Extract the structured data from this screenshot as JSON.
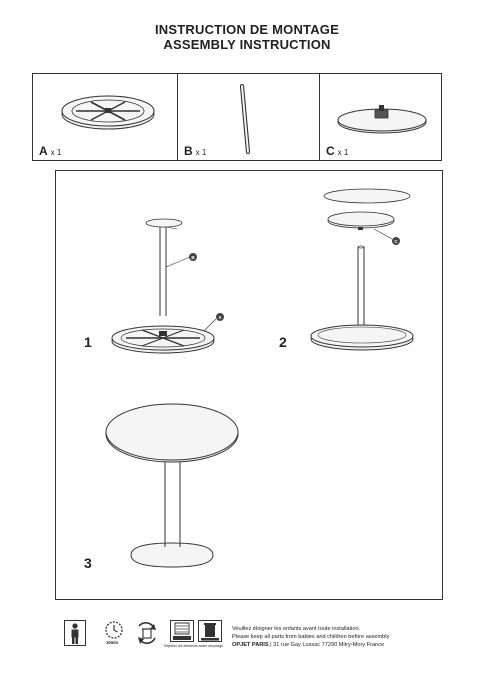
{
  "header": {
    "title_fr": "INSTRUCTION DE MONTAGE",
    "title_en": "ASSEMBLY INSTRUCTION"
  },
  "parts": [
    {
      "letter": "A",
      "qty": "x 1",
      "icon": "table-base-disc"
    },
    {
      "letter": "B",
      "qty": "x 1",
      "icon": "table-pole"
    },
    {
      "letter": "C",
      "qty": "x 1",
      "icon": "table-top-plate"
    }
  ],
  "steps": [
    {
      "number": "1",
      "callout_pole": "B",
      "callout_base": "A"
    },
    {
      "number": "2",
      "callout_plate": "C"
    },
    {
      "number": "3"
    }
  ],
  "footer": {
    "icons": [
      "adult-figure-icon",
      "time-10-min-icon",
      "recycle-bin-icon",
      "mixed-waste-icon",
      "recycling-bin-icon"
    ],
    "time_label": "10min",
    "waste_caption": "Séparez les éléments avant recyclage",
    "line1": "Veuillez éloigner les enfants avant toute installation.",
    "line2": "Please keep all parts from babies and children before assembly",
    "brand": "OPJET PARIS",
    "address": " | 31 rue Gay Lussac 77290 Mitry-Mory France"
  },
  "colors": {
    "line": "#333333",
    "fill_light": "#f2f2f2",
    "fill_mid": "#dedede"
  }
}
